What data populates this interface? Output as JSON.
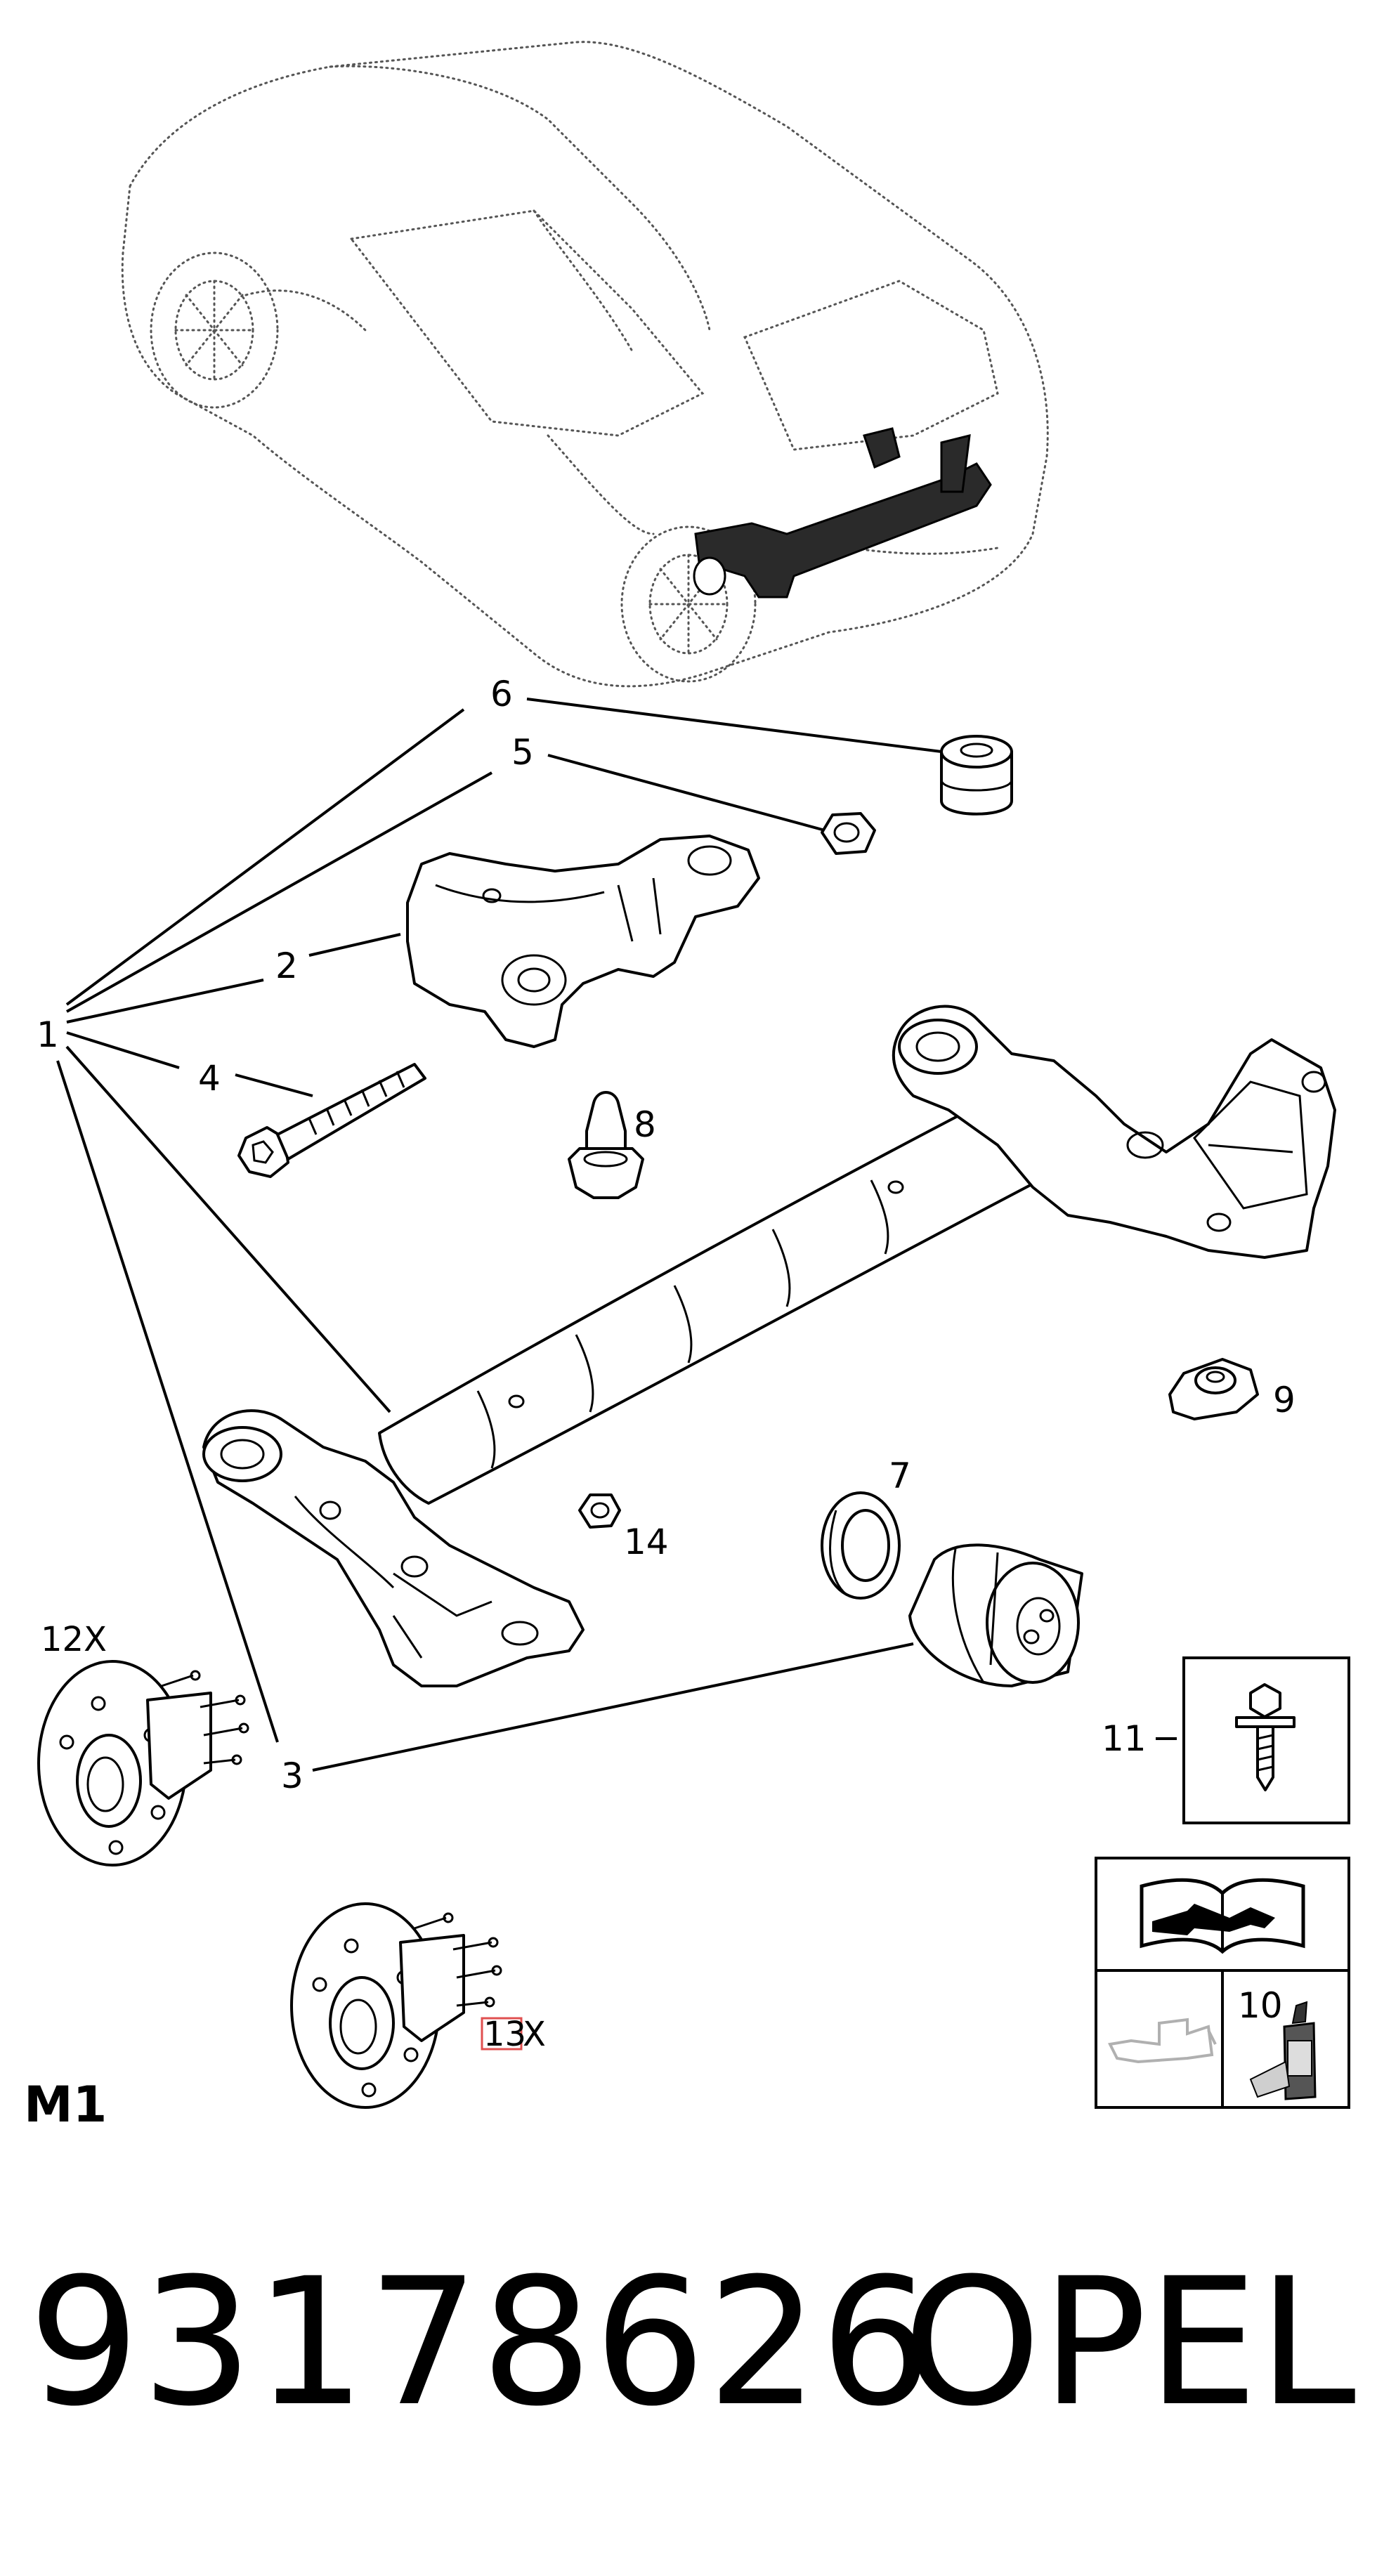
{
  "callouts": {
    "c1": "1",
    "c2": "2",
    "c3": "3",
    "c4": "4",
    "c5": "5",
    "c6": "6",
    "c7": "7",
    "c8": "8",
    "c9": "9",
    "c10": "10",
    "c11": "11",
    "c12": "12X",
    "c13": "13",
    "c13_suffix": "X",
    "c14": "14"
  },
  "model_code": "M1",
  "footer": {
    "part_number": "93178626",
    "brand": "OPEL"
  },
  "colors": {
    "line": "#000000",
    "background": "#ffffff",
    "highlight_box": "#e05050",
    "faded_icon": "#b0b0b0"
  },
  "icons": [
    "car-outline-icon",
    "repair-manual-icon",
    "oil-can-icon",
    "adhesive-bottle-icon"
  ]
}
